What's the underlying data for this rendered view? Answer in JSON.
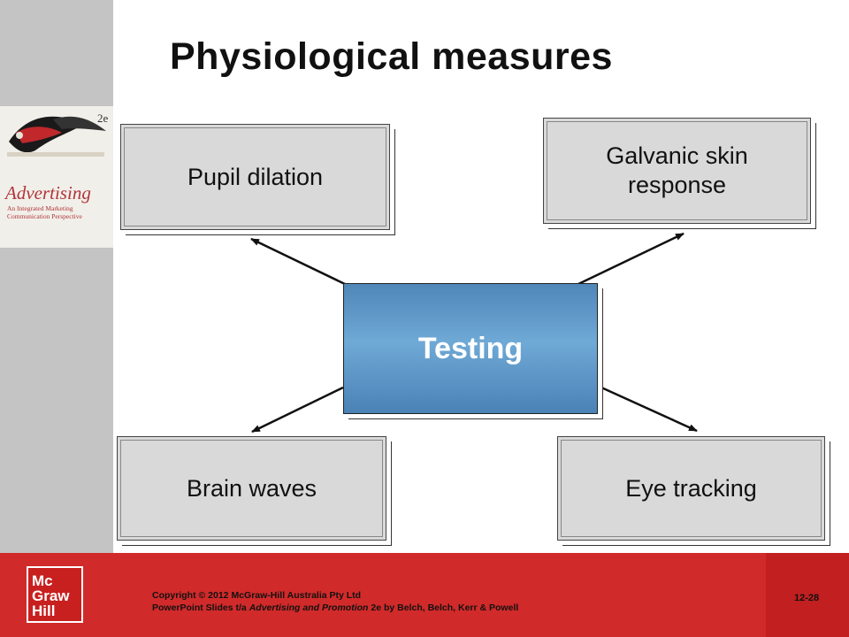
{
  "slide": {
    "title": "Physiological measures",
    "center": "Testing",
    "boxes": {
      "top_left": "Pupil dilation",
      "top_right_line1": "Galvanic skin",
      "top_right_line2": "response",
      "bottom_left": "Brain waves",
      "bottom_right": "Eye tracking"
    }
  },
  "cover": {
    "title": "Advertising",
    "subtitle": "An Integrated Marketing Communication Perspective",
    "edition": "2e"
  },
  "footer": {
    "logo_line1": "Mc",
    "logo_line2": "Graw",
    "logo_line3": "Hill",
    "copyright_prefix": "Copyright ",
    "copyright_symbol": "©",
    "copyright_rest": " 2012 McGraw-Hill Australia Pty Ltd",
    "credit_prefix": "PowerPoint Slides t/a ",
    "credit_book": "Advertising and Promotion",
    "credit_suffix": " 2e by Belch, Belch, Kerr & Powell",
    "slide_number": "12-28"
  },
  "colors": {
    "footer_red": "#d12a2a",
    "center_blue": "#5b95c8",
    "box_gray": "#d9d9d9",
    "sidebar_gray": "#c4c4c4"
  }
}
